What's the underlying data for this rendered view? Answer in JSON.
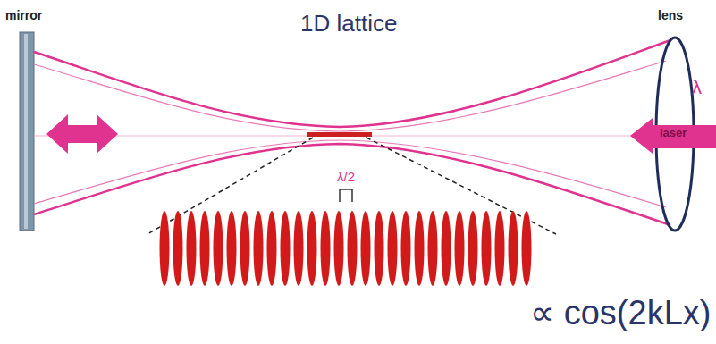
{
  "diagram": {
    "title": "1D lattice",
    "labels": [
      "mirror",
      "lens",
      "λ",
      "laser",
      "λ/2",
      "∝ cos(2kLx)"
    ]
  }
}
